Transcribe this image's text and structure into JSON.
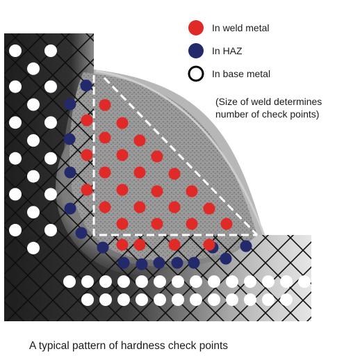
{
  "legend": {
    "weld": {
      "label": "In weld metal",
      "color": "#e02a27"
    },
    "haz": {
      "label": "In HAZ",
      "color": "#232a6b"
    },
    "base": {
      "label": "In base metal",
      "color": "#ffffff",
      "stroke": "#000000"
    },
    "note_line1": "(Size of weld determines",
    "note_line2": "number of check points)"
  },
  "caption": "A typical pattern of hardness check points",
  "colors": {
    "plate_dark": "#1f1f1f",
    "plate_light": "#d8d8d8",
    "weld_fill": "#8f8f8f",
    "hatch": "#111111",
    "fusion_line": "#ffffff"
  }
}
